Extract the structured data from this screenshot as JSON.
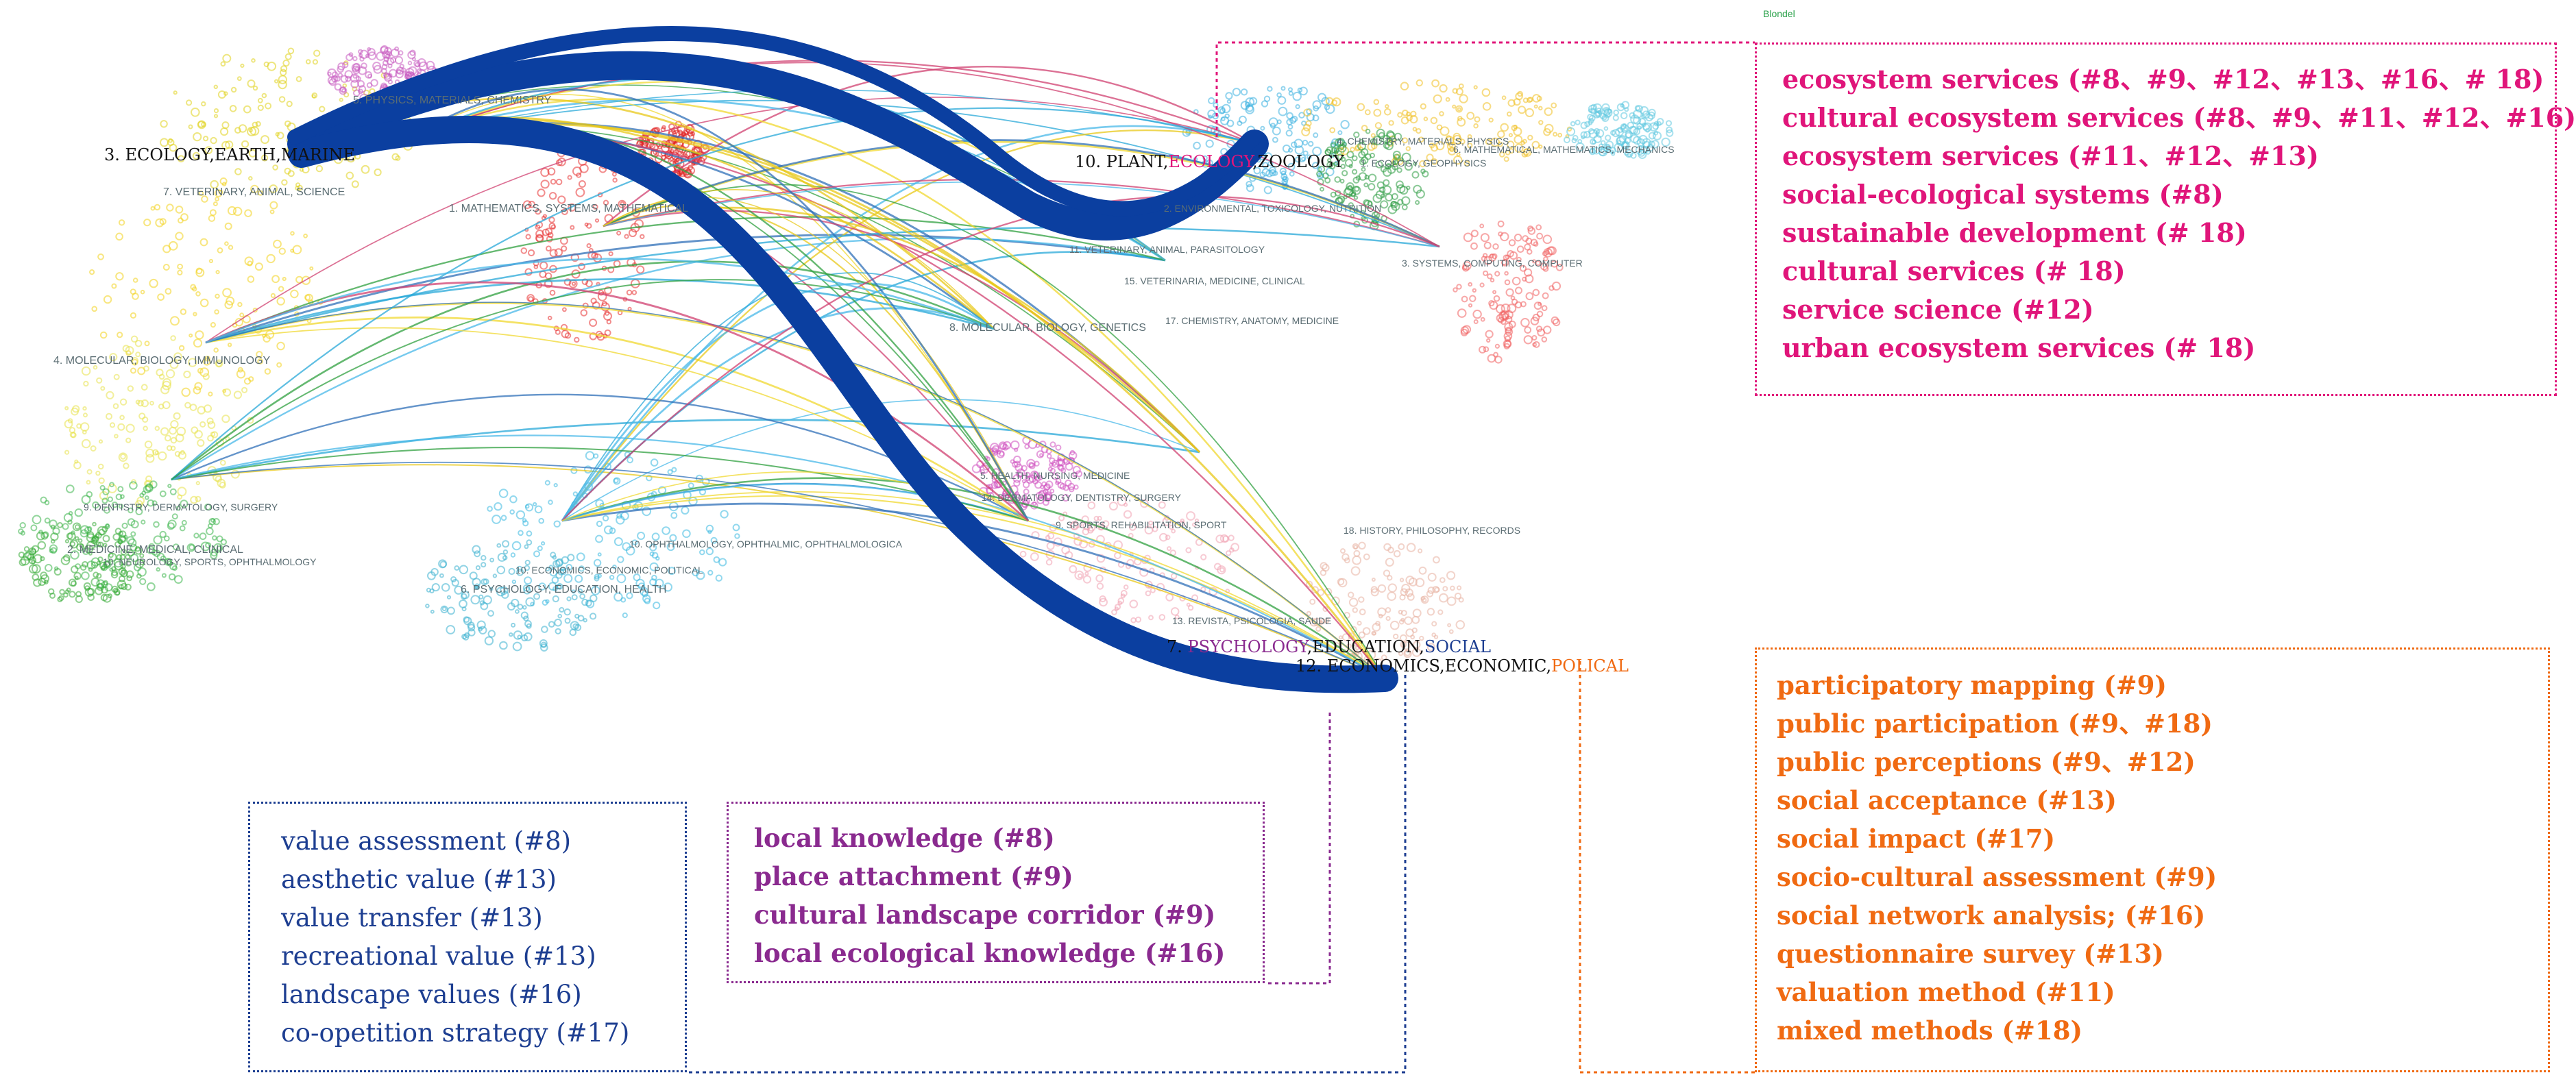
{
  "watermark": "Blondel",
  "map": {
    "source_labels": [
      "3. ECOLOGY,EARTH,MARINE"
    ],
    "target_labels": [
      {
        "parts": [
          "10. PLANT,",
          "ECOLOGY",
          ",ZOOLOGY"
        ],
        "colors": [
          "#111111",
          "#e0157a",
          "#111111"
        ]
      },
      {
        "parts": [
          "7. ",
          "PSYCHOLOGY",
          ",EDUCATION,",
          "SOCIAL"
        ],
        "colors": [
          "#111111",
          "#8a2a8f",
          "#111111",
          "#1d3e91"
        ]
      },
      {
        "parts": [
          "12. ECONOMICS,ECONOMIC,",
          "POLICAL"
        ],
        "colors": [
          "#111111",
          "#f06a12"
        ]
      }
    ],
    "left_labels": [
      "5. PHYSICS, MATERIALS, CHEMISTRY",
      "7. VETERINARY, ANIMAL, SCIENCE",
      "1. MATHEMATICS, SYSTEMS, MATHEMATICAL",
      "4. MOLECULAR, BIOLOGY, IMMUNOLOGY",
      "9. DENTISTRY, DERMATOLOGY, SURGERY",
      "2. MEDICINE, MEDICAL, CLINICAL",
      "10. NEUROLOGY, SPORTS, OPHTHALMOLOGY",
      "6. PSYCHOLOGY, EDUCATION, HEALTH",
      "10. ECONOMICS, ECONOMIC, POLITICAL",
      "10. OPHTHALMOLOGY, OPHTHALMIC, OPHTHALMOLOGICA"
    ],
    "right_labels": [
      "4. CHEMISTRY, MATERIALS, PHYSICS",
      "6. MATHEMATICAL, MATHEMATICS, MECHANICS",
      "1. ECOLOGY, GEOPHYSICS",
      "2. ENVIRONMENTAL, TOXICOLOGY, NUTRITION",
      "11. VETERINARY, ANIMAL, PARASITOLOGY",
      "3. SYSTEMS, COMPUTING, COMPUTER",
      "15. VETERINARIA, MEDICINE, CLINICAL",
      "8. MOLECULAR, BIOLOGY, GENETICS",
      "5. HEALTH, NURSING, MEDICINE",
      "14. DERMATOLOGY, DENTISTRY, SURGERY",
      "9. SPORTS, REHABILITATION, SPORT",
      "18. HISTORY, PHILOSOPHY, RECORDS",
      "13. REVISTA, PSICOLOGIA, SAUDE",
      "17. CHEMISTRY, ANATOMY, MEDICINE"
    ]
  },
  "keywords": {
    "ecology": [
      "ecosystem services (#8、#9、#12、#13、#16、# 18)",
      "cultural ecosystem services  (#8、#9、#11、#12、#16)",
      "ecosystem services (#11、#12、#13)",
      "social-ecological systems  (#8)",
      "sustainable development (# 18)",
      "cultural services (# 18)",
      "service science (#12)",
      "urban ecosystem services (# 18)"
    ],
    "political": [
      "participatory mapping (#9)",
      "public participation (#9、#18)",
      "public perceptions (#9、#12)",
      "social acceptance (#13)",
      "social impact (#17)",
      "socio-cultural assessment (#9)",
      "social network analysis; (#16)",
      "questionnaire survey (#13)",
      "valuation method (#11)",
      "mixed methods (#18)"
    ],
    "psychology": [
      "local knowledge (#8)",
      "place attachment (#9)",
      "cultural landscape corridor (#9)",
      "local ecological knowledge (#16)"
    ],
    "social": [
      "value assessment (#8)",
      "aesthetic value (#13)",
      "value transfer (#13)",
      "recreational value (#13)",
      "landscape values (#16)",
      "co-opetition strategy  (#17)"
    ]
  },
  "colors": {
    "ecology": "#e0157a",
    "political": "#f06a12",
    "psychology": "#8a2a8f",
    "social": "#1d3e91",
    "main_flow": "#0b3fa0"
  }
}
